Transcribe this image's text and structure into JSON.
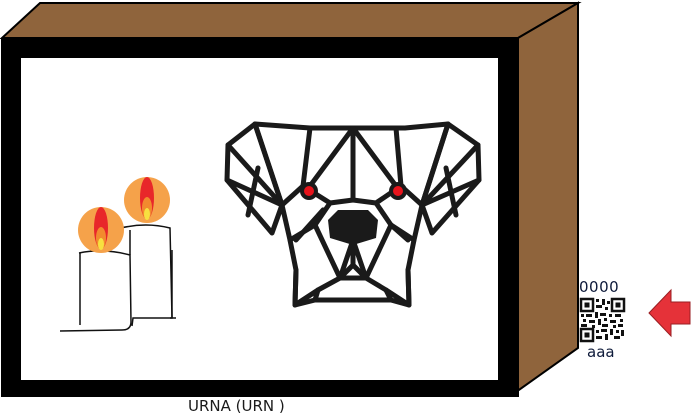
{
  "caption": "URNA (URN )",
  "qr_label": {
    "code": "0000",
    "text": "aaa"
  },
  "colors": {
    "wood": "#8f643c",
    "frame": "#000000",
    "panel": "#ffffff",
    "eye": "#e8141c",
    "flame_halo": "#f5a24a",
    "flame_outer": "#e8272a",
    "flame_inner": "#f7d030",
    "arrow": "#e53239"
  },
  "icons": {
    "candles": "candles-icon",
    "dog": "geometric-dog-head-icon",
    "qr": "qr-code-icon",
    "arrow": "left-arrow-icon"
  }
}
